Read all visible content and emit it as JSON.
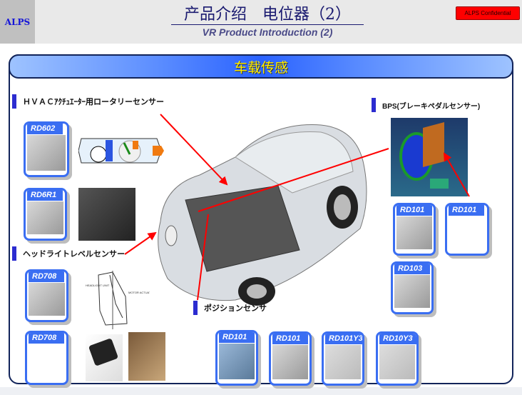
{
  "header": {
    "logo": "ALPS",
    "title": "产品介绍　电位器（2）",
    "subtitle": "VR Product Introduction (2)",
    "confidential": "ALPS Confidential"
  },
  "banner": "车载传感",
  "sections": {
    "hvac": "ＨＶＡＣｱｸﾁｭｴｰﾀｰ用ロータリーセンサー",
    "headlight": "ヘッドライトレベルセンサー",
    "bps": "BPS(ブレーキペダルセンサー)",
    "position": "ポジションセンサ"
  },
  "products": [
    "RD602",
    "RD6R1",
    "RD708",
    "RD708",
    "RD101",
    "RD101",
    "RD103",
    "RD101",
    "RD101",
    "RD101Y3",
    "RD10Y3"
  ],
  "colors": {
    "accent": "#3a6ef2",
    "arrow": "#ff0000",
    "title": "#1a1a70",
    "banner_text": "#ffee00"
  }
}
